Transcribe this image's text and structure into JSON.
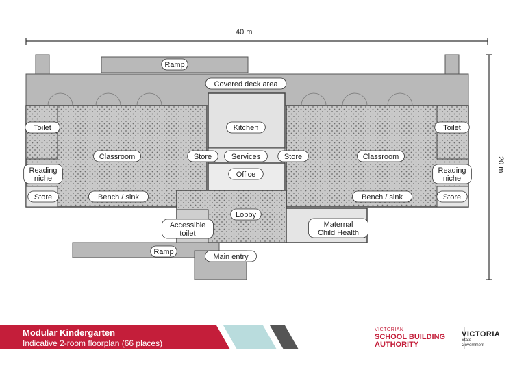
{
  "dimensions": {
    "width_label": "40 m",
    "height_label": "20 m"
  },
  "rooms": {
    "ramp_top": "Ramp",
    "covered_deck": "Covered deck area",
    "kitchen": "Kitchen",
    "toilet_left": "Toilet",
    "toilet_right": "Toilet",
    "classroom_left": "Classroom",
    "classroom_right": "Classroom",
    "store_center_left": "Store",
    "services": "Services",
    "store_center_right": "Store",
    "reading_left_1": "Reading",
    "reading_left_2": "niche",
    "reading_right_1": "Reading",
    "reading_right_2": "niche",
    "office": "Office",
    "store_left": "Store",
    "store_right": "Store",
    "bench_left": "Bench / sink",
    "bench_right": "Bench / sink",
    "lobby": "Lobby",
    "accessible_1": "Accessible",
    "accessible_2": "toilet",
    "maternal_1": "Maternal",
    "maternal_2": "Child Health",
    "ramp_bottom": "Ramp",
    "main_entry": "Main entry"
  },
  "footer": {
    "title": "Modular Kindergarten",
    "subtitle": "Indicative 2-room floorplan (66 places)",
    "brand_color": "#c41e3a"
  },
  "logos": {
    "vsba_line1": "VICTORIAN",
    "vsba_line2": "SCHOOL BUILDING",
    "vsba_line3": "AUTHORITY",
    "vic_line1": "VICTORIA",
    "vic_line2": "State",
    "vic_line3": "Government"
  }
}
